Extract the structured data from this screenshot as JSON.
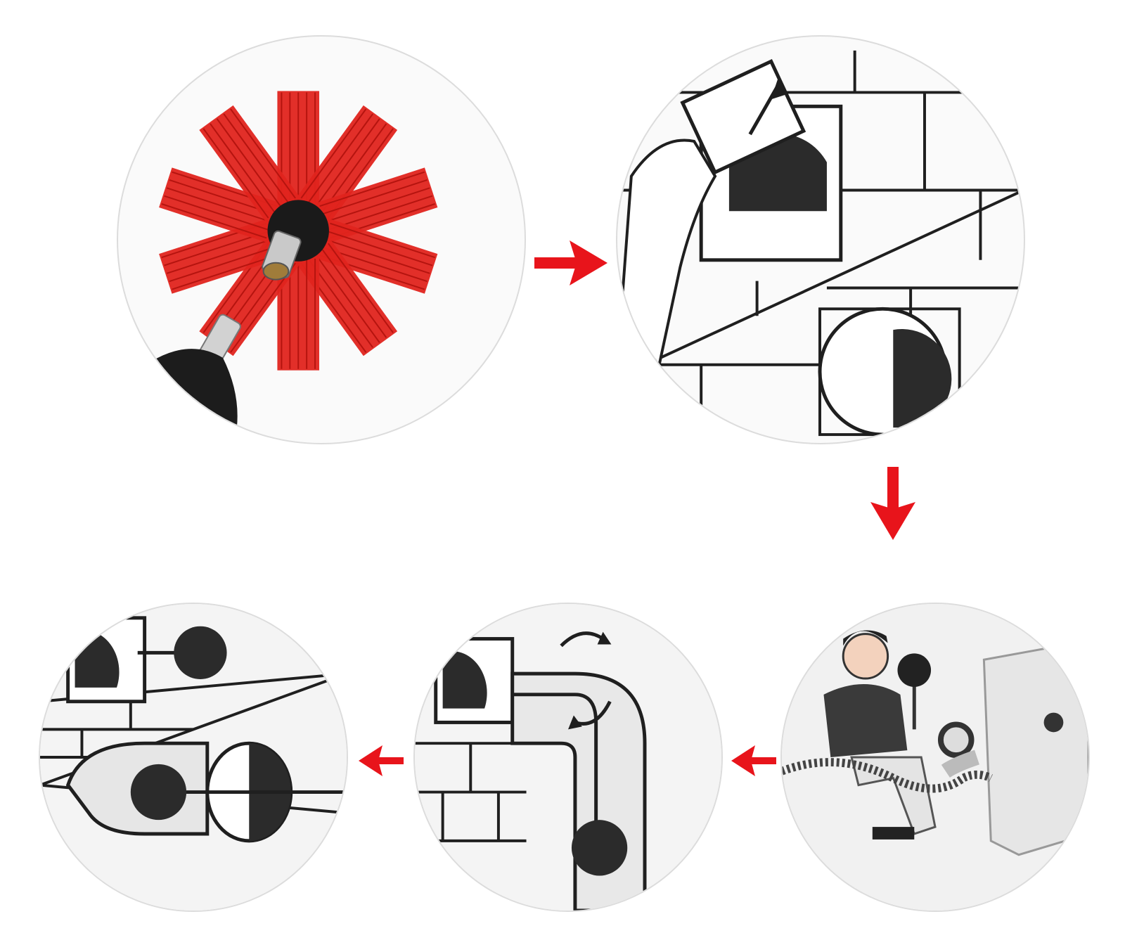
{
  "diagram": {
    "steps": [
      {
        "id": "step-1",
        "depicts": "red-drill-brush"
      },
      {
        "id": "step-2",
        "depicts": "remove-vent-cover"
      },
      {
        "id": "step-3",
        "depicts": "man-with-brush-and-dryer"
      },
      {
        "id": "step-4",
        "depicts": "brush-in-elbow-duct"
      },
      {
        "id": "step-5",
        "depicts": "brush-exits-vent"
      }
    ],
    "flow": [
      "step-1",
      "step-2",
      "step-3",
      "step-4",
      "step-5"
    ]
  },
  "colors": {
    "arrow": "#e8141b",
    "brush_red": "#e0241e",
    "ink": "#1f1f1f",
    "dark_fill": "#2b2b2b",
    "background": "#ffffff",
    "circle_border": "#dcdcdc"
  }
}
